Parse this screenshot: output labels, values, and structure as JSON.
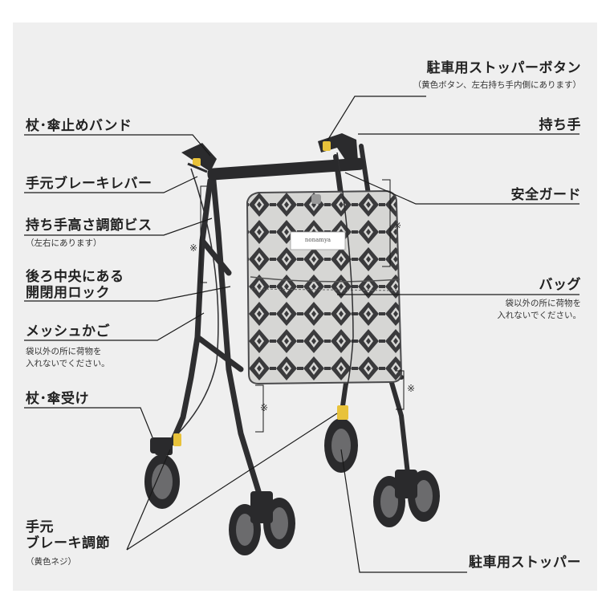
{
  "labels": {
    "stopper_button": "駐車用ストッパーボタン",
    "stopper_button_note": "（黄色ボタン、左右持ち手内側にあります）",
    "cane_band": "杖･傘止めバンド",
    "handle": "持ち手",
    "hand_brake_lever": "手元ブレーキレバー",
    "safety_guard": "安全ガード",
    "height_screw": "持ち手高さ調節ビス",
    "height_screw_note": "（左右にあります）",
    "rear_lock_line1": "後ろ中央にある",
    "rear_lock_line2": "開閉用ロック",
    "bag": "バッグ",
    "bag_note_line1": "袋以外の所に荷物を",
    "bag_note_line2": "入れないでください。",
    "mesh_basket": "メッシュかご",
    "mesh_note_line1": "袋以外の所に荷物を",
    "mesh_note_line2": "入れないでください。",
    "cane_holder": "杖･傘受け",
    "brake_adjust_line1": "手元",
    "brake_adjust_line2": "ブレーキ調節",
    "brake_adjust_note": "（黄色ネジ）",
    "parking_stopper": "駐車用ストッパー",
    "mark": "※"
  },
  "bag_brand": "nonamya",
  "colors": {
    "panel": "#efefef",
    "frame": "#2e2e30",
    "leader": "#1a1a1a",
    "bag_light": "#d9d9d7",
    "bag_dark": "#3a3a3c",
    "accent_yellow": "#e8c23a"
  }
}
